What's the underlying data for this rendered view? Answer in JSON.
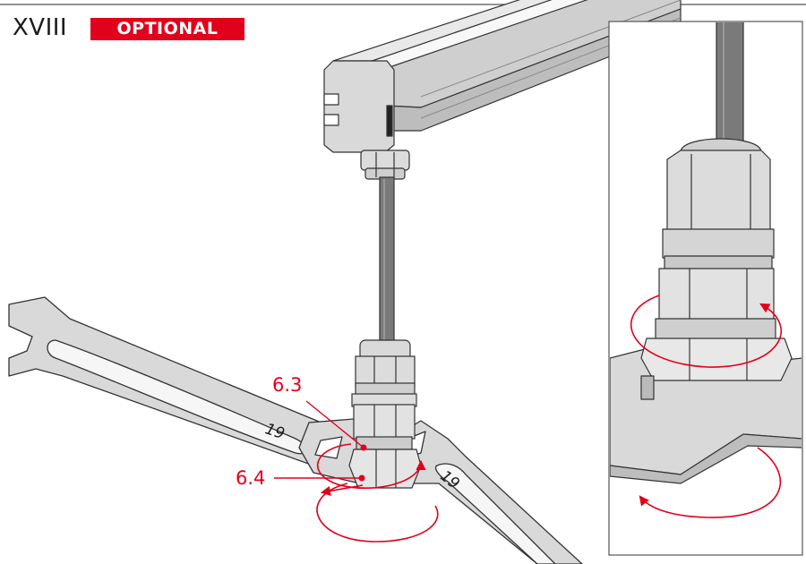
{
  "header": {
    "step": "XVIII",
    "badge": "OPTIONAL"
  },
  "callouts": {
    "upper_part": "6.3",
    "lower_part": "6.4"
  },
  "wrenches": {
    "left_size": "19",
    "right_size": "19"
  },
  "colors": {
    "accent": "#e2001a",
    "metal": "#d9d9d9",
    "cable": "#7a7a7a",
    "outline": "#333333"
  }
}
